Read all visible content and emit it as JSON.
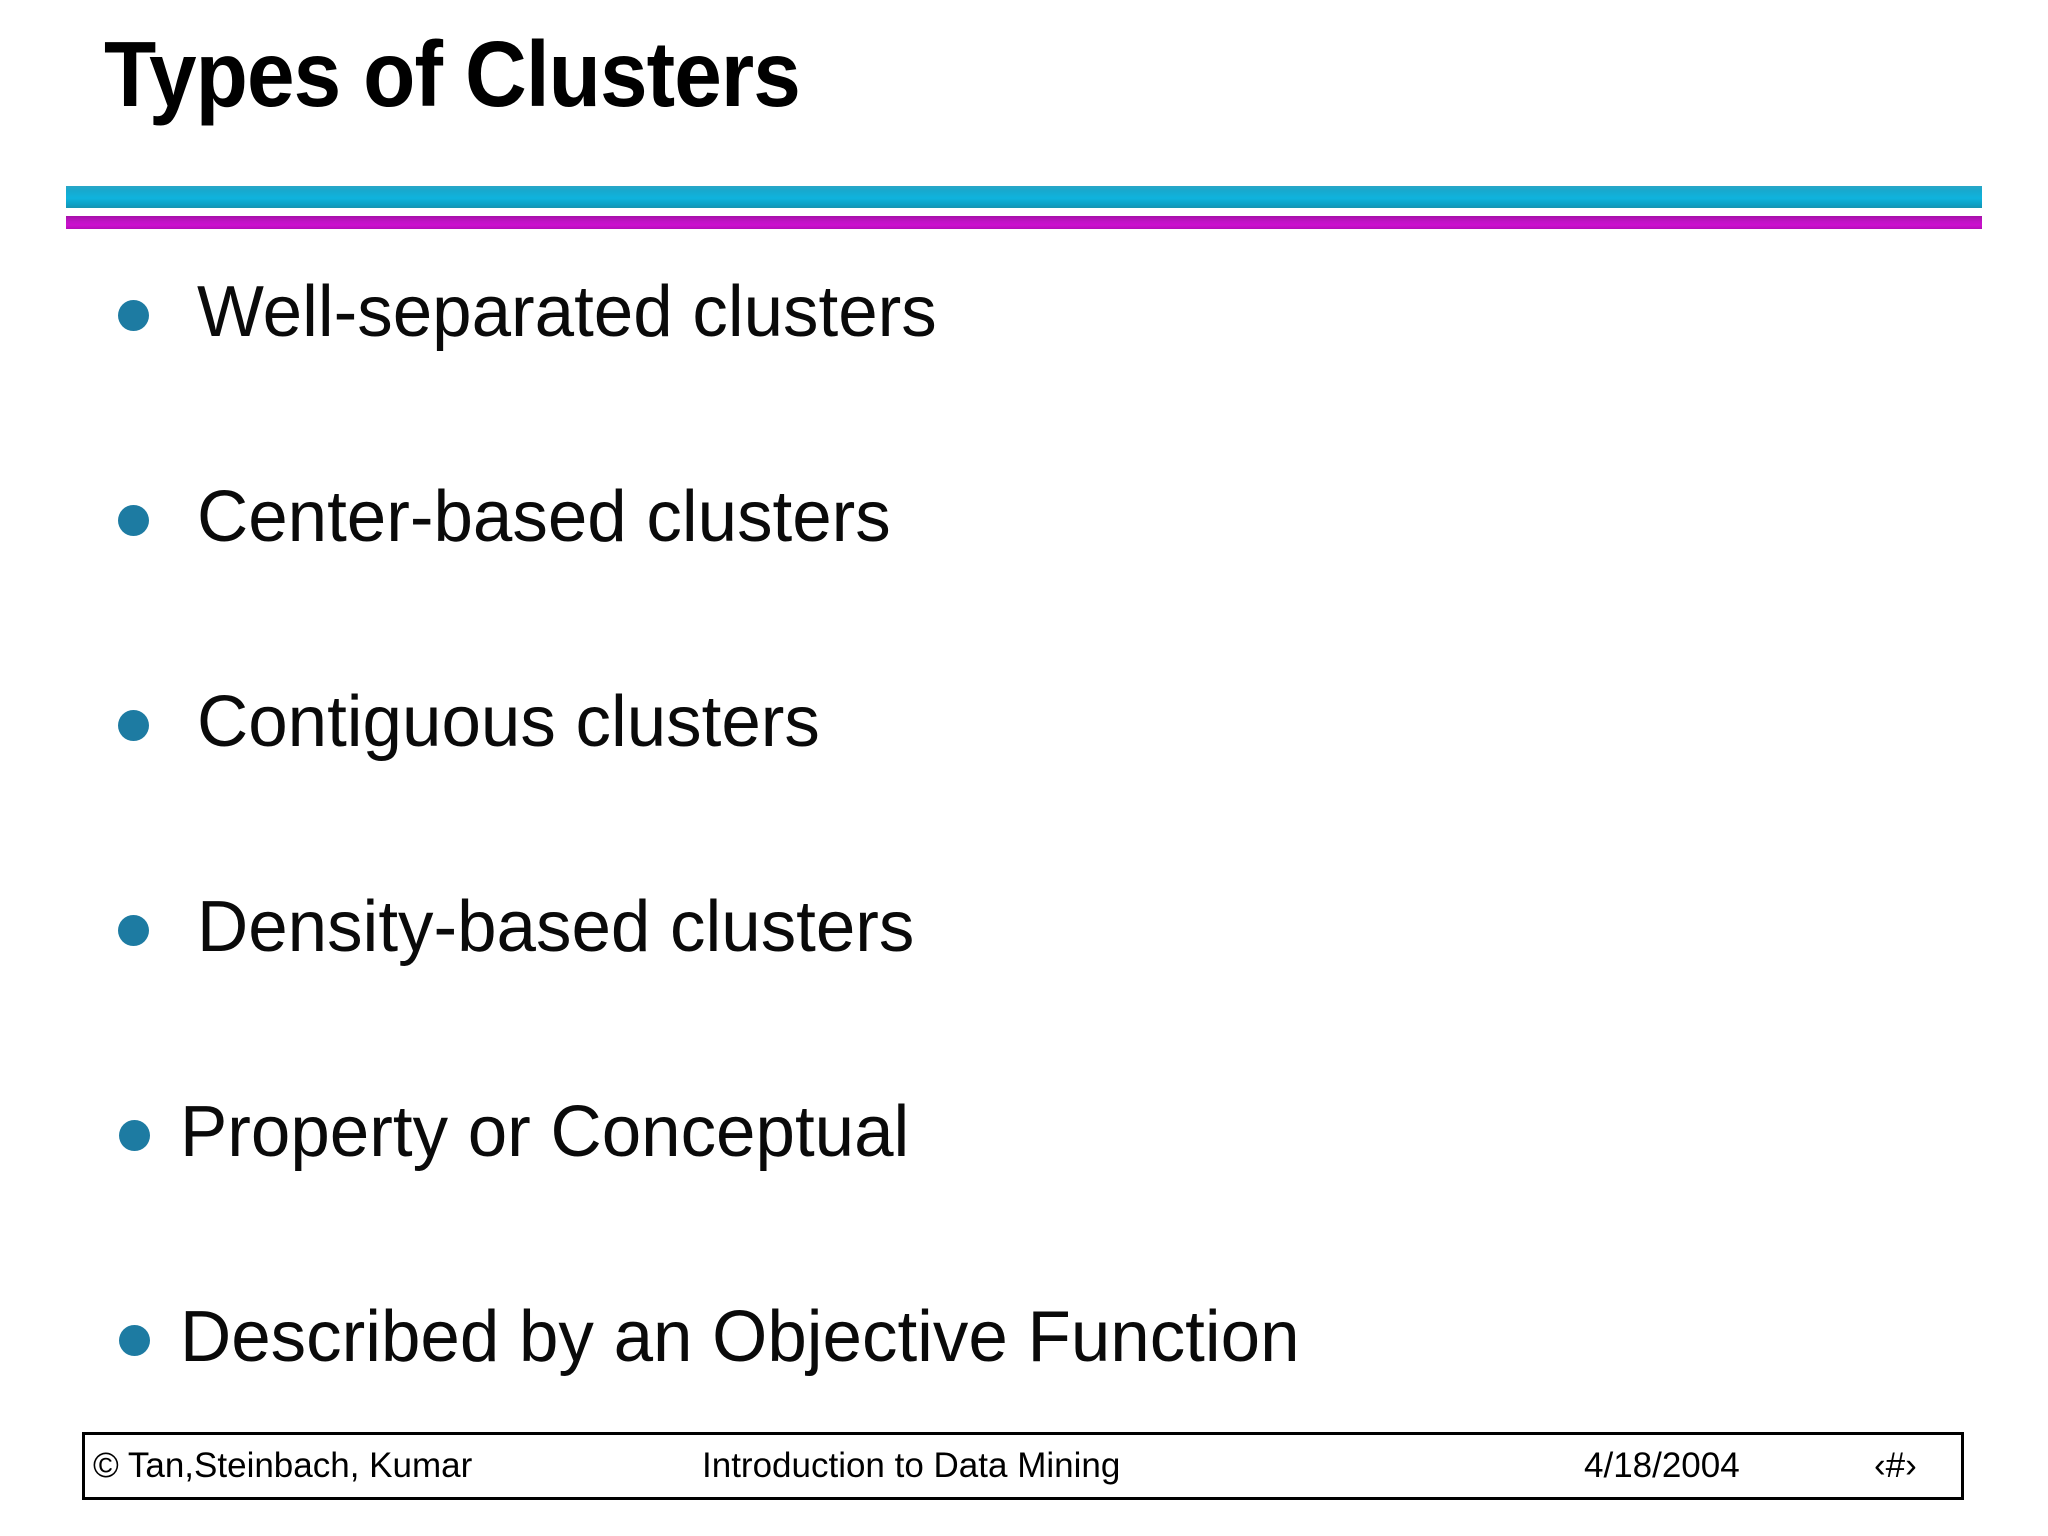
{
  "slide": {
    "title": "Types of Clusters",
    "accent_cyan": "#12a9cf",
    "accent_magenta": "#c011c4",
    "bullet_color": "#1d7ba2",
    "text_color": "#000000",
    "background": "#ffffff"
  },
  "bullets": [
    {
      "label": "Well-separated clusters",
      "indent": "a"
    },
    {
      "label": "Center-based clusters",
      "indent": "a"
    },
    {
      "label": "Contiguous clusters",
      "indent": "a"
    },
    {
      "label": "Density-based clusters",
      "indent": "a"
    },
    {
      "label": "Property or Conceptual",
      "indent": "b"
    },
    {
      "label": "Described by an Objective Function",
      "indent": "b"
    }
  ],
  "footer": {
    "copyright": "© Tan,Steinbach, Kumar",
    "course": "Introduction to Data Mining",
    "date": "4/18/2004",
    "page_number": "‹#›"
  }
}
